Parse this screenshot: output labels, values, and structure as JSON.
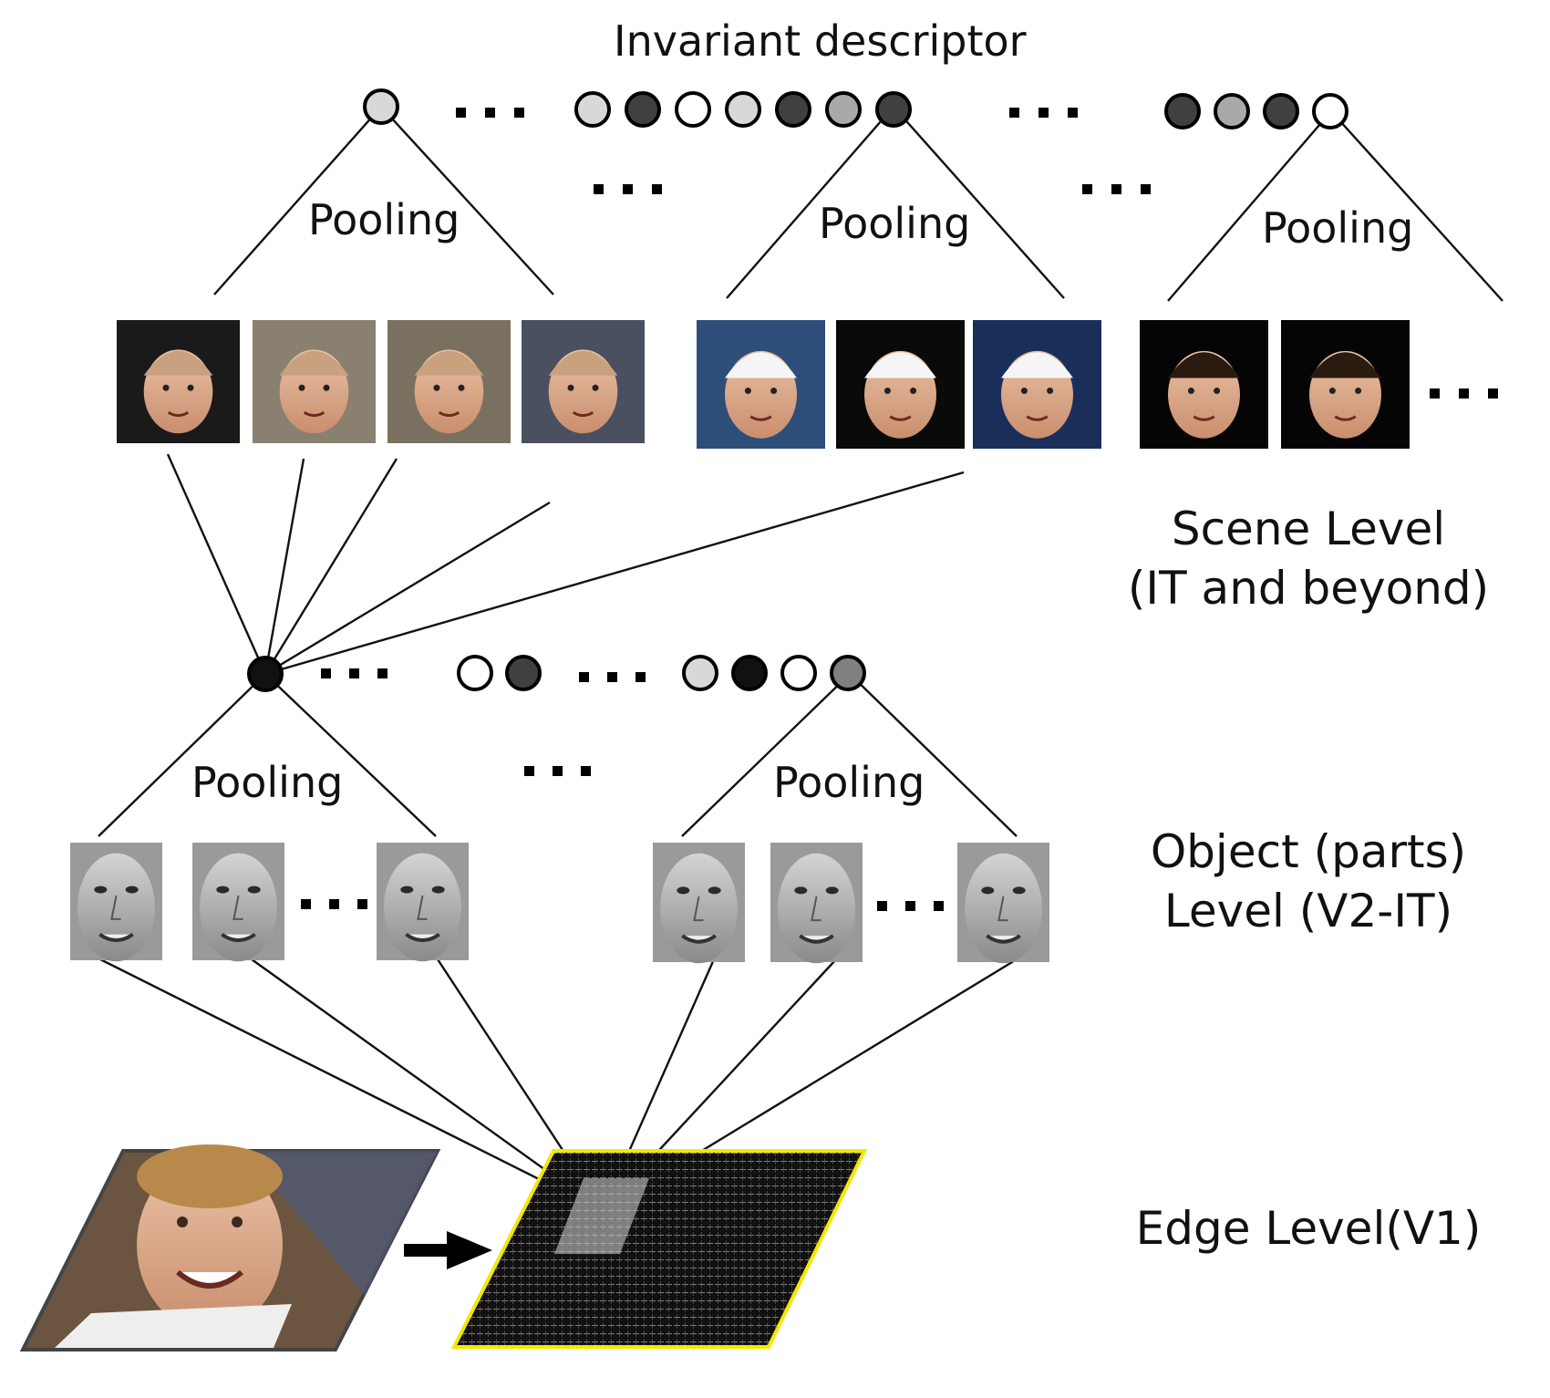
{
  "title": "Invariant descriptor",
  "pooling_label": "Pooling",
  "levels": {
    "scene_line1": "Scene Level",
    "scene_line2": "(IT and beyond)",
    "object_line1": "Object (parts)",
    "object_line2": "Level (V2-IT)",
    "edge": "Edge Level(V1)"
  },
  "colors": {
    "stroke": "#111111",
    "edge_map_border": "#f3e800",
    "arrow": "#000000",
    "node_white": "#ffffff",
    "node_light": "#d8d8d8",
    "node_mid": "#a9a9a9",
    "node_gray": "#808080",
    "node_dark": "#404040",
    "node_black": "#111111"
  },
  "nodes": {
    "top_left": [
      "light"
    ],
    "top_middle": [
      "light",
      "dark",
      "white",
      "light",
      "dark",
      "mid",
      "dark"
    ],
    "top_right": [
      "dark",
      "mid",
      "dark",
      "white"
    ],
    "mid_left": [
      "black"
    ],
    "mid_middle": [
      "white",
      "dark"
    ],
    "mid_right": [
      "light",
      "black",
      "white",
      "gray"
    ]
  },
  "thumbnails": {
    "scene_person1": [
      "face-photo",
      "face-photo",
      "face-photo",
      "face-photo"
    ],
    "scene_person2": [
      "face-photo",
      "face-photo",
      "face-photo"
    ],
    "scene_person3": [
      "face-photo",
      "face-photo"
    ],
    "object_person1": [
      "grayscale-face",
      "grayscale-face",
      "grayscale-face"
    ],
    "object_person2": [
      "grayscale-face",
      "grayscale-face",
      "grayscale-face"
    ]
  },
  "icons": {
    "ellipsis": "ellipsis-dots",
    "arrow": "right-arrow-icon"
  }
}
